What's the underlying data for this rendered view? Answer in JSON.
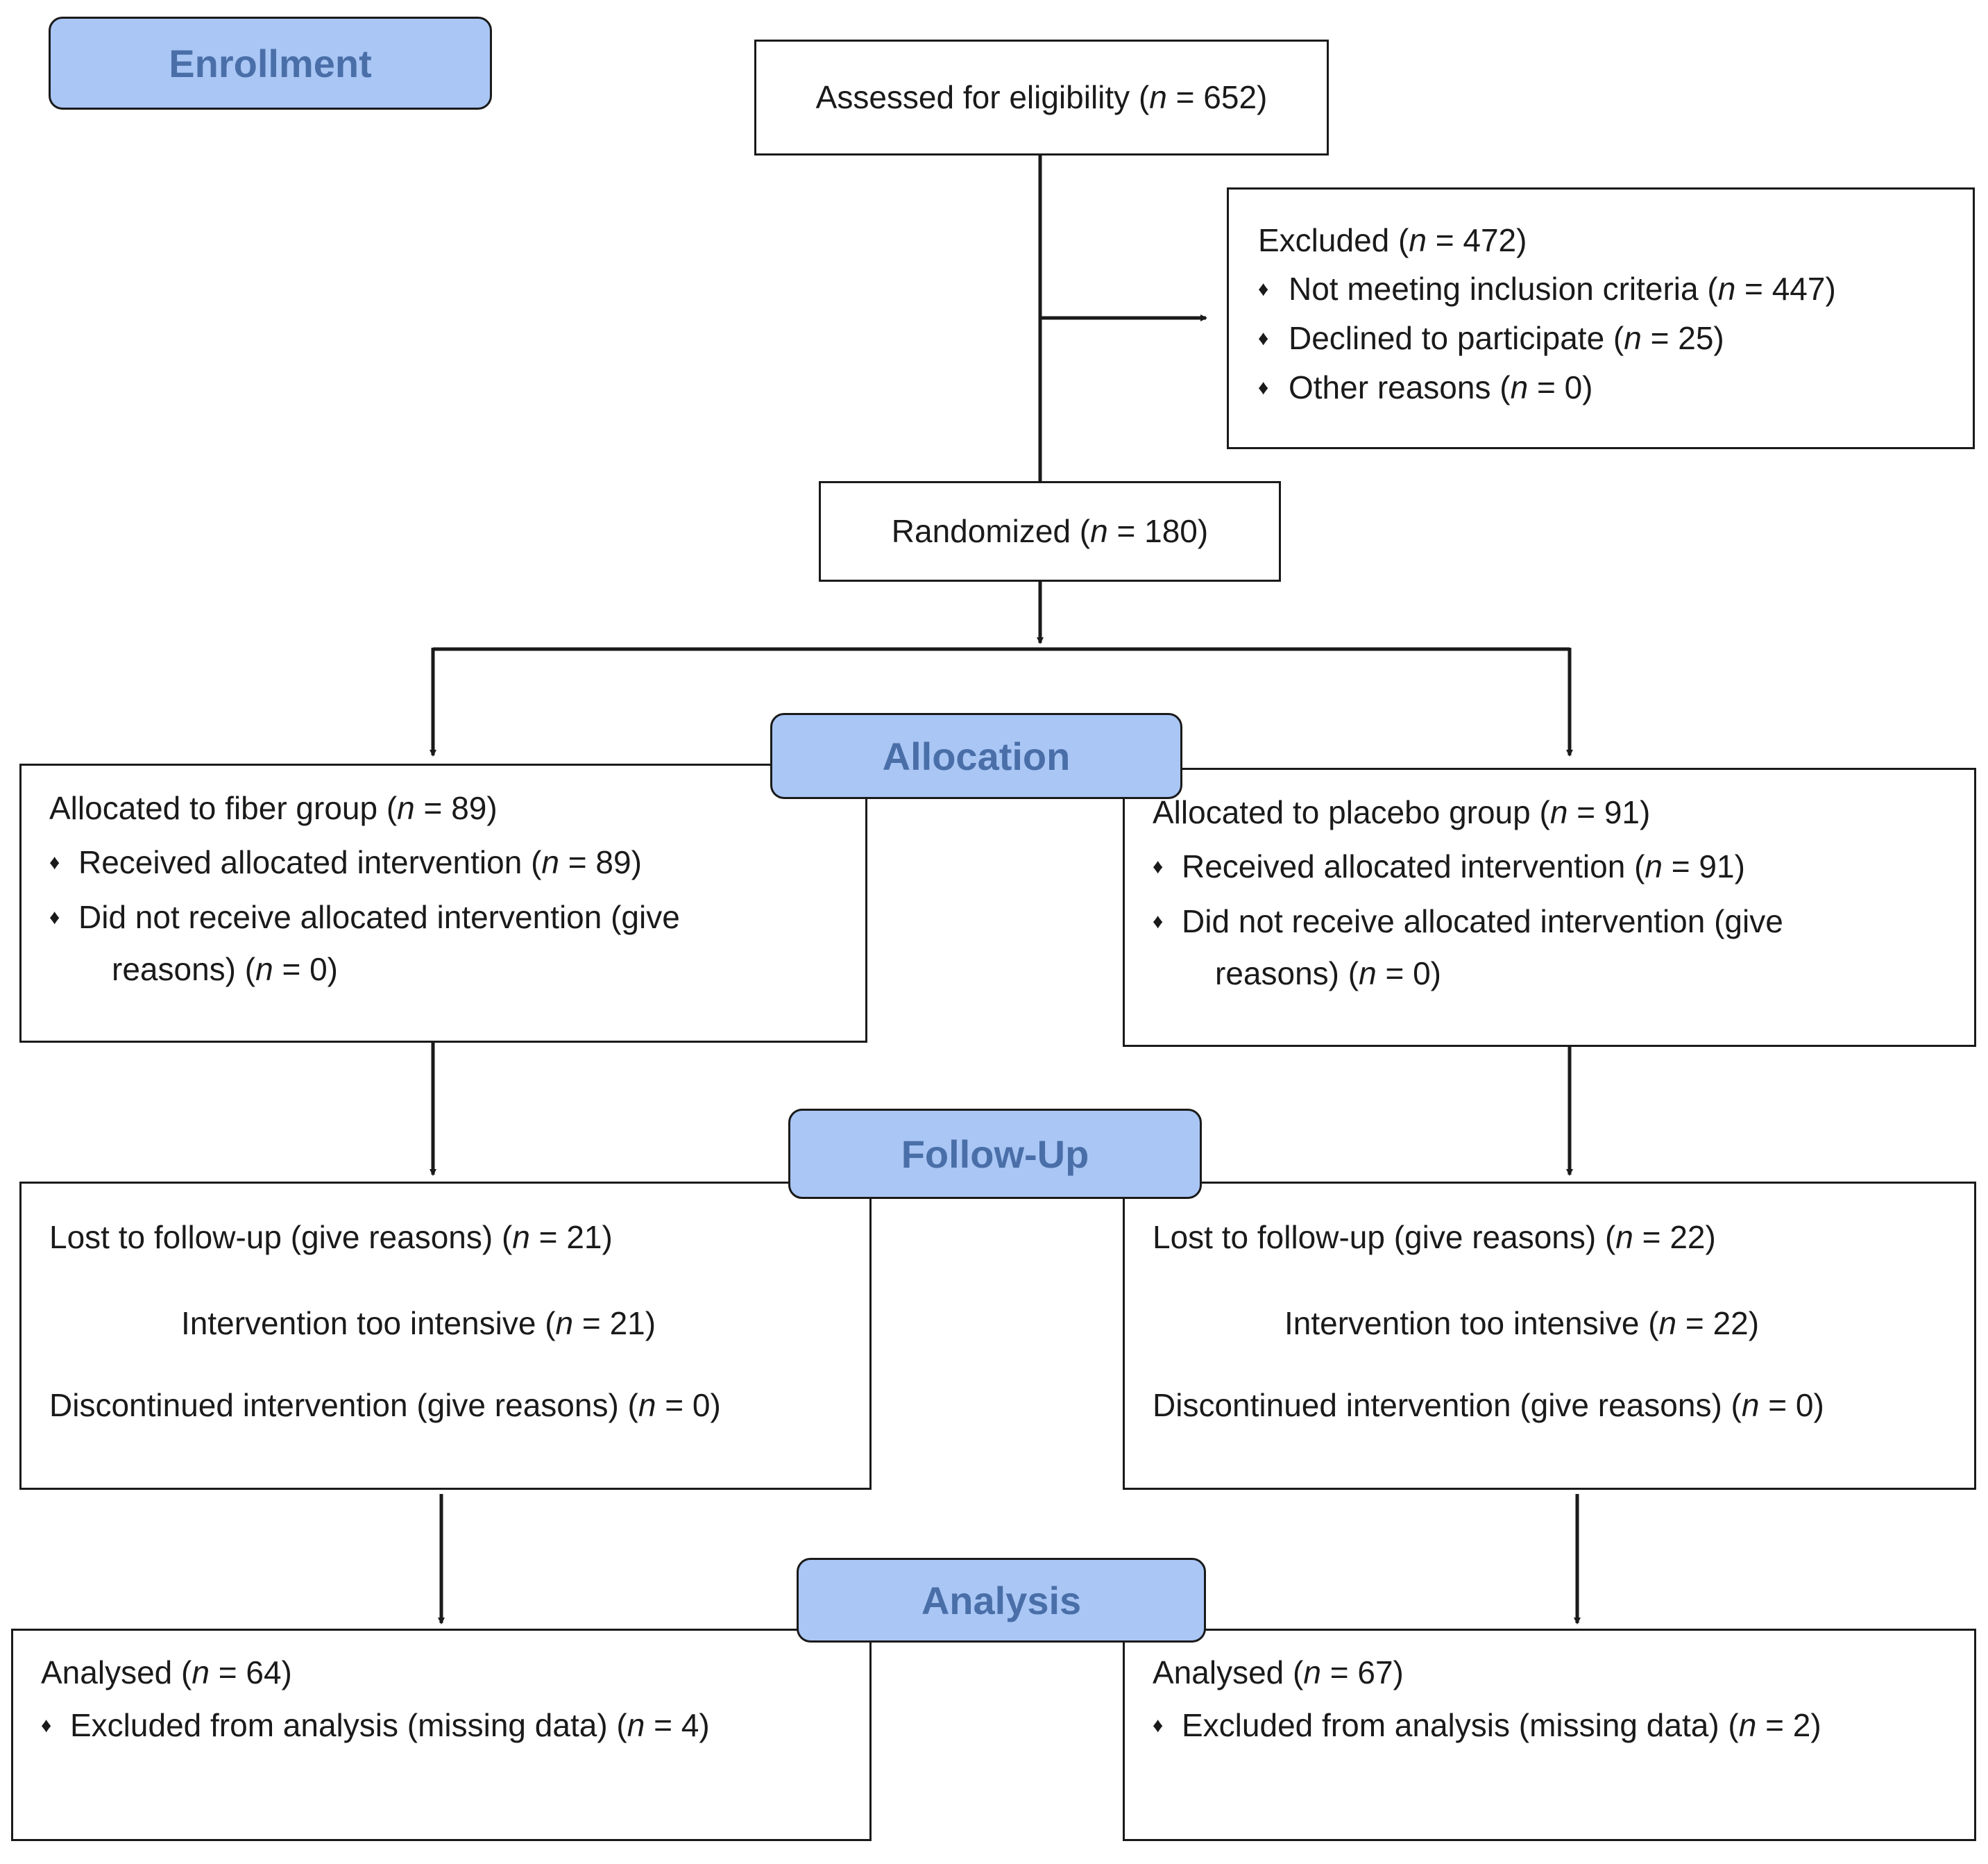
{
  "stages": {
    "enrollment": "Enrollment",
    "allocation": "Allocation",
    "followup": "Follow-Up",
    "analysis": "Analysis"
  },
  "bullet_glyph": "♦",
  "assessed": {
    "pre": "Assessed for eligibility (",
    "n": "n",
    "post": " = 652)"
  },
  "excluded": {
    "title": {
      "pre": "Excluded  (",
      "n": "n",
      "post": " = 472)"
    },
    "items": [
      {
        "pre": "Not meeting inclusion criteria (",
        "n": "n",
        "post": " = 447)"
      },
      {
        "pre": "Declined to participate (",
        "n": "n",
        "post": " = 25)"
      },
      {
        "pre": "Other reasons (",
        "n": "n",
        "post": " = 0)"
      }
    ]
  },
  "randomized": {
    "pre": "Randomized (",
    "n": "n",
    "post": " = 180)"
  },
  "fiber_alloc": {
    "title": {
      "pre": "Allocated to fiber group (",
      "n": "n",
      "post": " = 89)"
    },
    "received": {
      "pre": "Received allocated intervention (",
      "n": "n",
      "post": " = 89)"
    },
    "not_received_1": "Did not receive allocated intervention (give",
    "not_received_2": {
      "pre": "reasons) (",
      "n": "n",
      "post": " = 0)"
    }
  },
  "placebo_alloc": {
    "title": {
      "pre": "Allocated to placebo group (",
      "n": "n",
      "post": " = 91)"
    },
    "received": {
      "pre": "Received allocated intervention (",
      "n": "n",
      "post": " = 91)"
    },
    "not_received_1": "Did not receive allocated intervention (give",
    "not_received_2": {
      "pre": "reasons) (",
      "n": "n",
      "post": " = 0)"
    }
  },
  "fiber_followup": {
    "lost": {
      "pre": "Lost to follow-up (give reasons) (",
      "n": "n",
      "post": " = 21)"
    },
    "intensive": {
      "pre": "Intervention too intensive (",
      "n": "n",
      "post": " = 21)"
    },
    "discontinued": {
      "pre": "Discontinued intervention (give reasons) (",
      "n": "n",
      "post": " = 0)"
    }
  },
  "placebo_followup": {
    "lost": {
      "pre": "Lost to follow-up (give reasons) (",
      "n": "n",
      "post": " = 22)"
    },
    "intensive": {
      "pre": "Intervention too intensive (",
      "n": "n",
      "post": " = 22)"
    },
    "discontinued": {
      "pre": "Discontinued intervention (give reasons) (",
      "n": "n",
      "post": " = 0)"
    }
  },
  "fiber_analysis": {
    "title": {
      "pre": "Analysed  (",
      "n": "n",
      "post": " = 64)"
    },
    "excluded": {
      "pre": "Excluded from analysis (missing data) (",
      "n": "n",
      "post": " = 4)"
    }
  },
  "placebo_analysis": {
    "title": {
      "pre": "Analysed  (",
      "n": "n",
      "post": " = 67)"
    },
    "excluded": {
      "pre": "Excluded from analysis (missing data) (",
      "n": "n",
      "post": " = 2)"
    }
  }
}
